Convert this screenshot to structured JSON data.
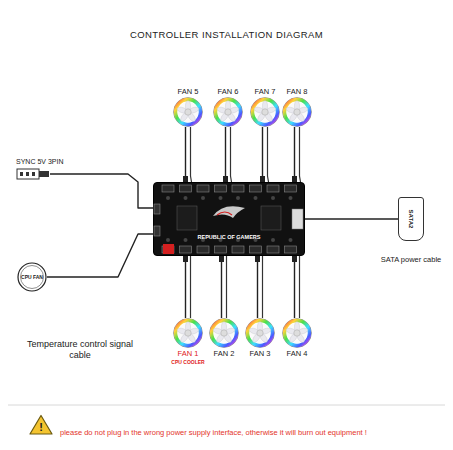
{
  "diagram": {
    "title": "CONTROLLER INSTALLATION DIAGRAM",
    "nodes": [
      {
        "text": [
          "FAN 5"
        ]
      },
      {
        "text": [
          "FAN 6"
        ]
      },
      {
        "text": [
          "FAN 7"
        ]
      },
      {
        "text": [
          "FAN 8"
        ]
      },
      {
        "text": [
          "REPUBLIC OF GAMERS"
        ]
      },
      {
        "text": [
          "FAN 1",
          "CPU COOLER"
        ]
      },
      {
        "text": [
          "FAN 2"
        ]
      },
      {
        "text": [
          "FAN 3"
        ]
      },
      {
        "text": [
          "FAN 4"
        ]
      },
      {
        "text": [
          "SYNC 5V 3PIN"
        ]
      },
      {
        "text": [
          "CPU FAN"
        ]
      },
      {
        "text": [
          "SATA2",
          "SATA power cable"
        ]
      },
      {
        "text": [
          "!"
        ]
      }
    ],
    "edges": [
      {
        "from": 0,
        "to": 4,
        "arrow": "none"
      },
      {
        "from": 1,
        "to": 4,
        "arrow": "none"
      },
      {
        "from": 2,
        "to": 4,
        "arrow": "none"
      },
      {
        "from": 3,
        "to": 4,
        "arrow": "none"
      },
      {
        "from": 4,
        "to": 5,
        "arrow": "none"
      },
      {
        "from": 4,
        "to": 6,
        "arrow": "none"
      },
      {
        "from": 4,
        "to": 7,
        "arrow": "none"
      },
      {
        "from": 4,
        "to": 8,
        "arrow": "none"
      },
      {
        "from": 9,
        "to": 4,
        "arrow": "none"
      },
      {
        "from": 10,
        "to": 4,
        "arrow": "none"
      },
      {
        "from": 4,
        "to": 11,
        "arrow": "none"
      }
    ],
    "labels": [
      "Temperature control signal cable",
      "please do not plug in the wrong power supply interface, otherwise it will burn out equipment !"
    ]
  }
}
